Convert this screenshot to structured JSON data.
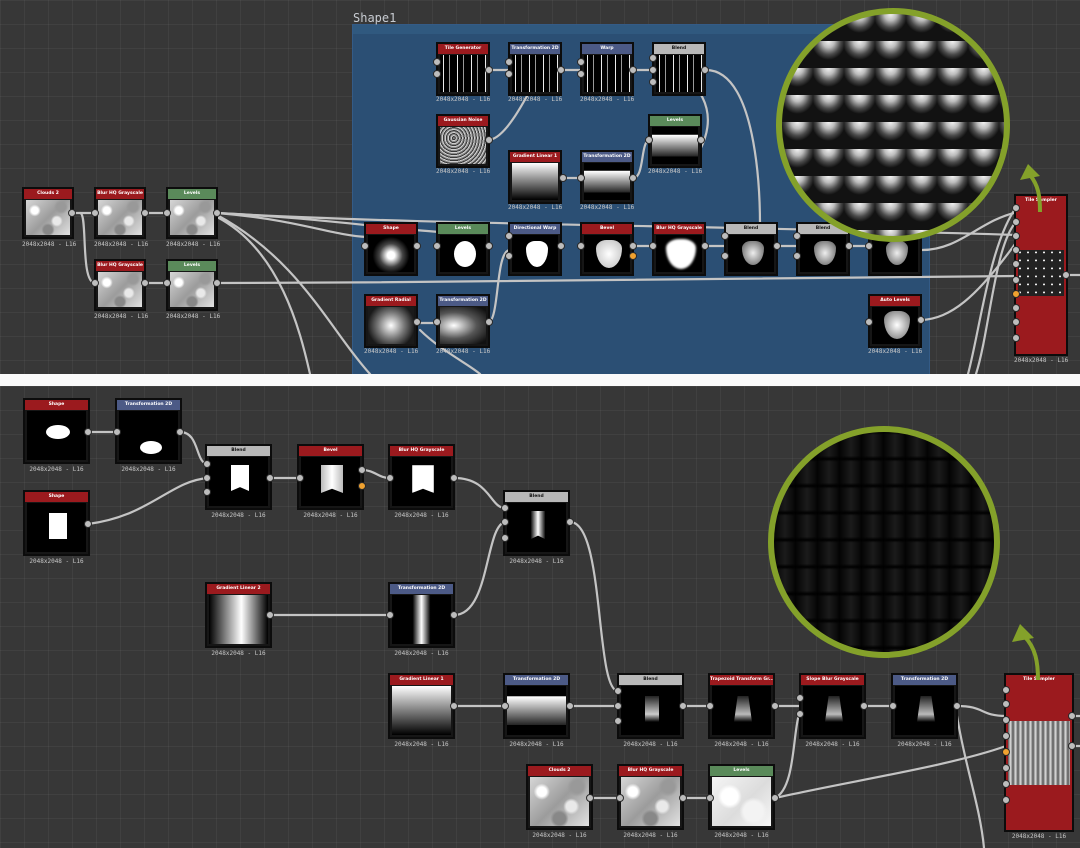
{
  "top_graph": {
    "frame_title": "Shape1",
    "nodes": {
      "tile_generator": {
        "title": "Tile Generator",
        "caption": "2048x2048 - L16"
      },
      "transformation_top": {
        "title": "Transformation 2D",
        "caption": "2048x2048 - L16"
      },
      "warp": {
        "title": "Warp",
        "caption": "2048x2048 - L16"
      },
      "blend_top": {
        "title": "Blend",
        "caption": ""
      },
      "gaussian_noise": {
        "title": "Gaussian Noise",
        "caption": "2048x2048 - L16"
      },
      "levels_frame": {
        "title": "Levels",
        "caption": "2048x2048 - L16"
      },
      "gradient_linear_1": {
        "title": "Gradient Linear 1",
        "caption": "2048x2048 - L16"
      },
      "transformation_mid": {
        "title": "Transformation 2D",
        "caption": "2048x2048 - L16"
      },
      "clouds_2": {
        "title": "Clouds 2",
        "caption": "2048x2048 - L16"
      },
      "blur_hq_1": {
        "title": "Blur HQ Grayscale",
        "caption": "2048x2048 - L16"
      },
      "levels_1": {
        "title": "Levels",
        "caption": "2048x2048 - L16"
      },
      "blur_hq_2": {
        "title": "Blur HQ Grayscale",
        "caption": "2048x2048 - L16"
      },
      "levels_2": {
        "title": "Levels",
        "caption": "2048x2048 - L16"
      },
      "shape": {
        "title": "Shape",
        "caption": ""
      },
      "levels_shape": {
        "title": "Levels",
        "caption": ""
      },
      "directional_warp": {
        "title": "Directional Warp",
        "caption": ""
      },
      "bevel": {
        "title": "Bevel",
        "caption": ""
      },
      "blur_hq_frame": {
        "title": "Blur HQ Grayscale",
        "caption": ""
      },
      "blend_a": {
        "title": "Blend",
        "caption": ""
      },
      "blend_b": {
        "title": "Blend",
        "caption": ""
      },
      "blend_c": {
        "title": "",
        "caption": ""
      },
      "gradient_radial": {
        "title": "Gradient Radial",
        "caption": "2048x2048 - L16"
      },
      "transformation_radial": {
        "title": "Transformation 2D",
        "caption": "2048x2048 - L16"
      },
      "auto_levels": {
        "title": "Auto Levels",
        "caption": "2048x2048 - L16"
      },
      "tile_sampler": {
        "title": "Tile Sampler",
        "caption": "2048x2048 - L16"
      }
    }
  },
  "bottom_graph": {
    "nodes": {
      "shape_ellipse": {
        "title": "Shape",
        "caption": "2048x2048 - L16"
      },
      "transformation_ellipse": {
        "title": "Transformation 2D",
        "caption": "2048x2048 - L16"
      },
      "blend_1": {
        "title": "Blend",
        "caption": "2048x2048 - L16"
      },
      "bevel": {
        "title": "Bevel",
        "caption": "2048x2048 - L16"
      },
      "blur_hq": {
        "title": "Blur HQ Grayscale",
        "caption": "2048x2048 - L16"
      },
      "shape_rect": {
        "title": "Shape",
        "caption": "2048x2048 - L16"
      },
      "blend_2": {
        "title": "Blend",
        "caption": "2048x2048 - L16"
      },
      "gradient_linear_2": {
        "title": "Gradient Linear 2",
        "caption": "2048x2048 - L16"
      },
      "transformation_bar": {
        "title": "Transformation 2D",
        "caption": "2048x2048 - L16"
      },
      "gradient_linear_1": {
        "title": "Gradient Linear 1",
        "caption": "2048x2048 - L16"
      },
      "transformation_grad": {
        "title": "Transformation 2D",
        "caption": "2048x2048 - L16"
      },
      "blend_3": {
        "title": "Blend",
        "caption": "2048x2048 - L16"
      },
      "trapezoid": {
        "title": "Trapezoid Transform Gr...",
        "caption": "2048x2048 - L16"
      },
      "slope_blur": {
        "title": "Slope Blur Grayscale",
        "caption": "2048x2048 - L16"
      },
      "transformation_end": {
        "title": "Transformation 2D",
        "caption": "2048x2048 - L16"
      },
      "clouds_2": {
        "title": "Clouds 2",
        "caption": "2048x2048 - L16"
      },
      "blur_hq_clouds": {
        "title": "Blur HQ Grayscale",
        "caption": "2048x2048 - L16"
      },
      "levels": {
        "title": "Levels",
        "caption": "2048x2048 - L16"
      },
      "tile_sampler": {
        "title": "Tile Sampler",
        "caption": "2048x2048 - L16"
      }
    }
  },
  "colors": {
    "zoom_ring": "#84a12a",
    "frame": "#2b4f74",
    "header_red": "#9b1a1e",
    "header_blue": "#4c5a86",
    "header_gray": "#b8b8b8",
    "header_green": "#5a8a5a",
    "port_orange": "#f0a230"
  },
  "icons": {
    "zoom_arrow": "curved-arrow-icon"
  }
}
